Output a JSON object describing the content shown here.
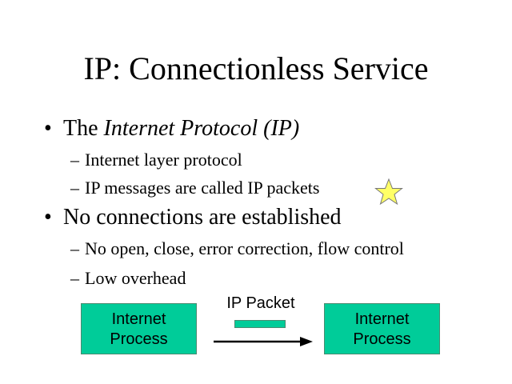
{
  "title": "IP: Connectionless Service",
  "bullets": [
    {
      "prefix": "The ",
      "italic": "Internet Protocol (IP)",
      "subs": [
        "Internet layer protocol",
        "IP messages are called IP packets"
      ]
    },
    {
      "prefix": "No connections are established",
      "italic": "",
      "subs": [
        "No open, close, error correction, flow control",
        "Low overhead"
      ]
    }
  ],
  "diagram": {
    "left_box": [
      "Internet",
      "Process"
    ],
    "right_box": [
      "Internet",
      "Process"
    ],
    "packet_label": "IP Packet"
  },
  "colors": {
    "box": "#00CC99",
    "star": "#FFFF66"
  },
  "bullet_glyph": "•",
  "dash_glyph": "–"
}
